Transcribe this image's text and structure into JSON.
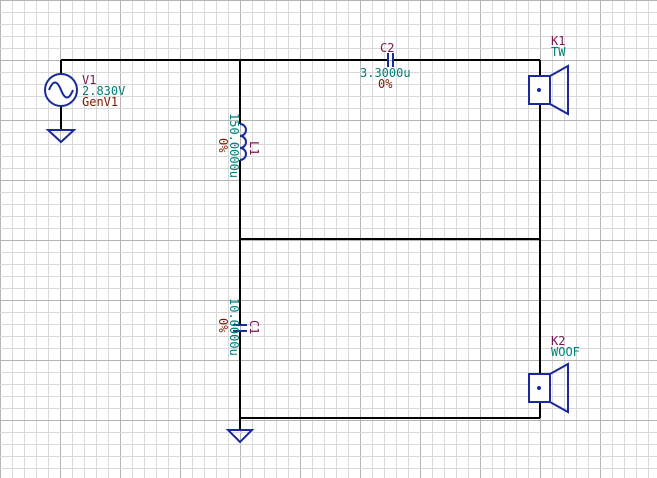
{
  "schematic": {
    "source": {
      "ref": "V1",
      "value": "2.830V",
      "name": "GenV1"
    },
    "capacitors": [
      {
        "ref": "C2",
        "value": "3.3000u",
        "tolerance": "0%"
      },
      {
        "ref": "C1",
        "value": "10.0000u",
        "tolerance": "0%"
      }
    ],
    "inductors": [
      {
        "ref": "L1",
        "value": "150.0000u",
        "tolerance": "0%"
      }
    ],
    "speakers": [
      {
        "ref": "K1",
        "name": "TW"
      },
      {
        "ref": "K2",
        "name": "WOOF"
      }
    ]
  },
  "colors": {
    "grid_minor": "#d8d8d8",
    "grid_major": "#b4b4b4",
    "wire": "#000000",
    "symbol": "#1a2a9a",
    "ref_text": "#7a1550",
    "value_text": "#00807a",
    "tolerance_text": "#7a1a00"
  }
}
